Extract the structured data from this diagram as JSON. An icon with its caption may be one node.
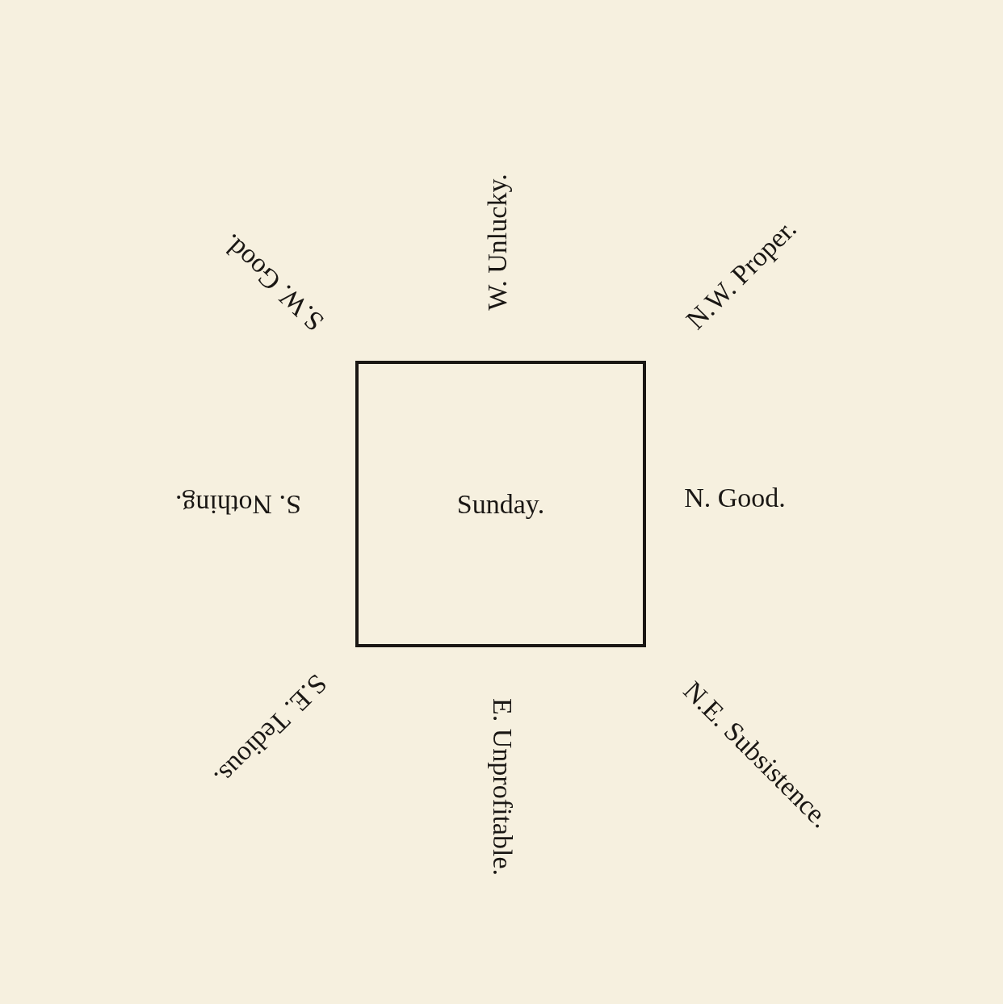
{
  "diagram": {
    "nodes": [
      {
        "text": [
          "Sunday."
        ]
      }
    ],
    "labels": [
      "S.W. Good.",
      "W. Unlucky.",
      "N.W. Proper.",
      "S. Nothing.",
      "N. Good.",
      "S.E. Tedious.",
      "E. Unprofitable.",
      "N.E. Subsistence."
    ]
  }
}
